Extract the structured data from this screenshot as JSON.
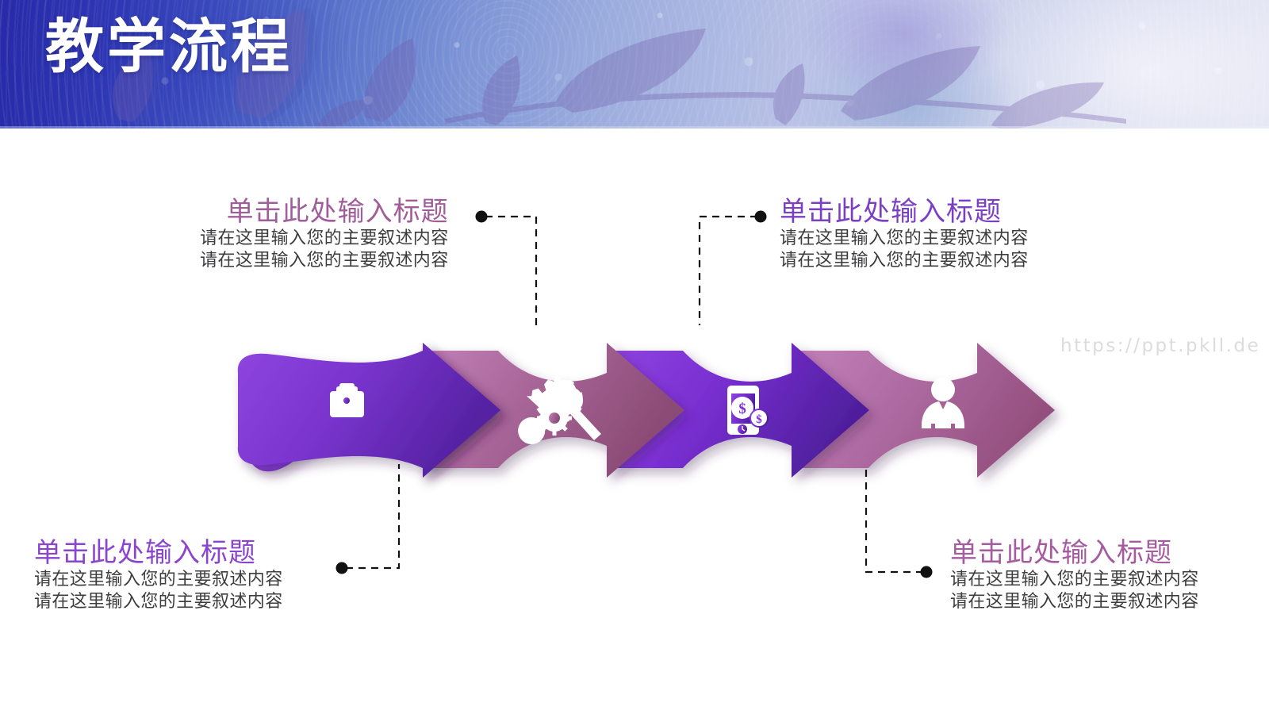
{
  "header": {
    "title": "教学流程",
    "bg_from": "#2729a8",
    "bg_to": "#e4e6f4"
  },
  "watermark": {
    "text": "https://ppt.pkll.de",
    "color": "#dcdcdc"
  },
  "colors": {
    "arrow_purple_dark": "#5b2bad",
    "arrow_purple_bright": "#8a3fd8",
    "arrow_mauve": "#b673ab",
    "arrow_rose": "#9c5a86",
    "body_text": "#3d3d3f",
    "title_mauve": "#a05d9a",
    "title_violet": "#7b3fc4",
    "title_purple": "#8a44cf",
    "title_pink": "#a65ba0"
  },
  "steps": [
    {
      "index": "1",
      "icon": "briefcase-icon",
      "fill_from": "#8c41dc",
      "fill_to": "#5a27a8"
    },
    {
      "index": "2",
      "icon": "wrench-gear-icon",
      "fill_from": "#c07cb6",
      "fill_to": "#8d4f79"
    },
    {
      "index": "3",
      "icon": "mobile-payment-icon",
      "fill_from": "#8b3fd9",
      "fill_to": "#5324a4"
    },
    {
      "index": "4",
      "icon": "person-user-icon",
      "fill_from": "#c07cb6",
      "fill_to": "#94547f"
    }
  ],
  "blocks": [
    {
      "id": "top-left",
      "title": "单击此处输入标题",
      "title_color": "#a05d9a",
      "align": "right",
      "lines": [
        "请在这里输入您的主要叙述内容",
        "请在这里输入您的主要叙述内容"
      ]
    },
    {
      "id": "top-right",
      "title": "单击此处输入标题",
      "title_color": "#7b3fc4",
      "align": "left",
      "lines": [
        "请在这里输入您的主要叙述内容",
        "请在这里输入您的主要叙述内容"
      ]
    },
    {
      "id": "bottom-left",
      "title": "单击此处输入标题",
      "title_color": "#8a44cf",
      "align": "left",
      "lines": [
        "请在这里输入您的主要叙述内容",
        "请在这里输入您的主要叙述内容"
      ]
    },
    {
      "id": "bottom-right",
      "title": "单击此处输入标题",
      "title_color": "#a65ba0",
      "align": "left",
      "lines": [
        "请在这里输入您的主要叙述内容",
        "请在这里输入您的主要叙述内容"
      ]
    }
  ]
}
